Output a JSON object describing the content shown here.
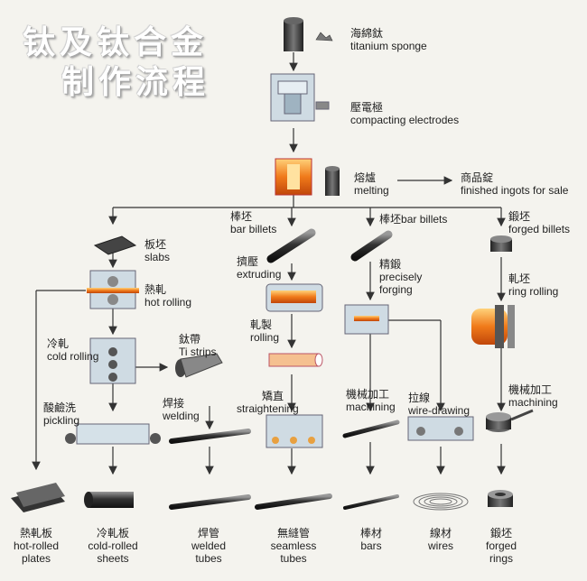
{
  "title": {
    "line1": "钛及钛合金",
    "line2": "制作流程"
  },
  "steps": {
    "sponge": {
      "zh": "海綿鈦",
      "en": "titanium sponge"
    },
    "compacting": {
      "zh": "壓電極",
      "en": "compacting electrodes"
    },
    "melting": {
      "zh": "熔爐",
      "en": "melting"
    },
    "ingots": {
      "zh": "商品錠",
      "en": "finished ingots for sale"
    },
    "bar_billets_1": {
      "zh": "棒坯",
      "en": "bar billets"
    },
    "bar_billets_2": {
      "zh": "棒坯",
      "en": "bar billets"
    },
    "forged_billets": {
      "zh": "鍛坯",
      "en": "forged billets"
    },
    "slabs": {
      "zh": "板坯",
      "en": "slabs"
    },
    "hot_rolling": {
      "zh": "熱軋",
      "en": "hot rolling"
    },
    "extruding": {
      "zh": "擠壓",
      "en": "extruding"
    },
    "precise_forging": {
      "zh": "精鍛",
      "en": "precisely",
      "en2": "forging"
    },
    "ring_rolling": {
      "zh": "軋坯",
      "en": "ring rolling"
    },
    "cold_rolling": {
      "zh": "冷軋",
      "en": "cold rolling"
    },
    "ti_strips": {
      "zh": "鈦帶",
      "en": "Ti strips"
    },
    "rolling": {
      "zh": "軋製",
      "en": "rolling"
    },
    "machining_1": {
      "zh": "機械加工",
      "en": "machining"
    },
    "wire_drawing": {
      "zh": "拉線",
      "en": "wire-drawing"
    },
    "machining_2": {
      "zh": "機械加工",
      "en": "machining"
    },
    "pickling": {
      "zh": "酸鹼洗",
      "en": "pickling"
    },
    "welding": {
      "zh": "焊接",
      "en": "welding"
    },
    "straightening": {
      "zh": "矯直",
      "en": "straightening"
    }
  },
  "products": [
    {
      "zh": "熱軋板",
      "en1": "hot-rolled",
      "en2": "plates"
    },
    {
      "zh": "冷軋板",
      "en1": "cold-rolled",
      "en2": "sheets"
    },
    {
      "zh": "焊管",
      "en1": "welded",
      "en2": "tubes"
    },
    {
      "zh": "無縫管",
      "en1": "seamless",
      "en2": "tubes"
    },
    {
      "zh": "棒材",
      "en1": "bars",
      "en2": ""
    },
    {
      "zh": "線材",
      "en1": "wires",
      "en2": ""
    },
    {
      "zh": "鍛坯",
      "en1": "forged",
      "en2": "rings"
    }
  ],
  "colors": {
    "line": "#333333",
    "metal": "#555555",
    "orange": "#f07a1a",
    "machine": "#b9c9d4"
  }
}
